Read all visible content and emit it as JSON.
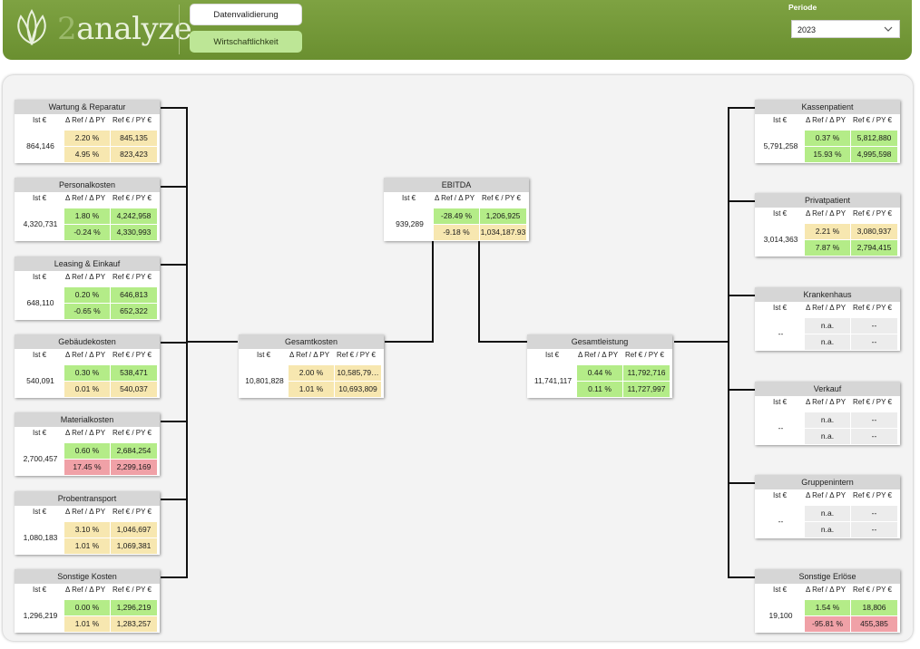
{
  "header": {
    "logo_prefix": "",
    "logo_two": "2",
    "logo_text": "analyze",
    "nav": [
      "Datenvalidierung",
      "Wirtschaftlichkeit"
    ],
    "periode_label": "Periode",
    "periode_value": "2023"
  },
  "columns": {
    "ist": "Ist €",
    "delta": "Δ Ref / Δ PY",
    "ref": "Ref € / PY €"
  },
  "colors": {
    "green": "#b4ec88",
    "yellow": "#f7e7b0",
    "red": "#f0a1a7",
    "brand": "#729a38"
  },
  "nodes": [
    {
      "title": "Wartung & Reparatur",
      "ist": "864,146",
      "d1": "2.20 %",
      "r1": "845,135",
      "d2": "4.95 %",
      "r2": "823,423",
      "c1": "y",
      "c2": "y"
    },
    {
      "title": "Personalkosten",
      "ist": "4,320,731",
      "d1": "1.80 %",
      "r1": "4,242,958",
      "d2": "-0.24 %",
      "r2": "4,330,993",
      "c1": "g",
      "c2": "g"
    },
    {
      "title": "Leasing & Einkauf",
      "ist": "648,110",
      "d1": "0.20 %",
      "r1": "646,813",
      "d2": "-0.65 %",
      "r2": "652,322",
      "c1": "g",
      "c2": "g"
    },
    {
      "title": "Gebäudekosten",
      "ist": "540,091",
      "d1": "0.30 %",
      "r1": "538,471",
      "d2": "0.01 %",
      "r2": "540,037",
      "c1": "g",
      "c2": "y"
    },
    {
      "title": "Materialkosten",
      "ist": "2,700,457",
      "d1": "0.60 %",
      "r1": "2,684,254",
      "d2": "17.45 %",
      "r2": "2,299,169",
      "c1": "g",
      "c2": "r"
    },
    {
      "title": "Probentransport",
      "ist": "1,080,183",
      "d1": "3.10 %",
      "r1": "1,046,697",
      "d2": "1.01 %",
      "r2": "1,069,381",
      "c1": "y",
      "c2": "y"
    },
    {
      "title": "Sonstige Kosten",
      "ist": "1,296,219",
      "d1": "0.00 %",
      "r1": "1,296,219",
      "d2": "1.01 %",
      "r2": "1,283,257",
      "c1": "g",
      "c2": "y"
    },
    {
      "title": "Gesamtkosten",
      "ist": "10,801,828",
      "d1": "2.00 %",
      "r1": "10,585,79…",
      "d2": "1.01 %",
      "r2": "10,693,809",
      "c1": "y",
      "c2": "y"
    },
    {
      "title": "EBITDA",
      "ist": "939,289",
      "d1": "-28.49 %",
      "r1": "1,206,925",
      "d2": "-9.18 %",
      "r2": "1,034,187.93",
      "c1": "g",
      "c2": "y"
    },
    {
      "title": "Gesamtleistung",
      "ist": "11,741,117",
      "d1": "0.44 %",
      "r1": "11,792,716",
      "d2": "0.11 %",
      "r2": "11,727,997",
      "c1": "g",
      "c2": "g"
    },
    {
      "title": "Kassenpatient",
      "ist": "5,791,258",
      "d1": "0.37 %",
      "r1": "5,812,880",
      "d2": "15.93 %",
      "r2": "4,995,598",
      "c1": "g",
      "c2": "g"
    },
    {
      "title": "Privatpatient",
      "ist": "3,014,363",
      "d1": "2.21 %",
      "r1": "3,080,937",
      "d2": "7.87 %",
      "r2": "2,794,415",
      "c1": "y",
      "c2": "g"
    },
    {
      "title": "Krankenhaus",
      "ist": "--",
      "d1": "n.a.",
      "r1": "--",
      "d2": "n.a.",
      "r2": "--",
      "c1": "n",
      "c2": "n"
    },
    {
      "title": "Verkauf",
      "ist": "--",
      "d1": "n.a.",
      "r1": "--",
      "d2": "n.a.",
      "r2": "--",
      "c1": "n",
      "c2": "n"
    },
    {
      "title": "Gruppenintern",
      "ist": "--",
      "d1": "n.a.",
      "r1": "--",
      "d2": "n.a.",
      "r2": "--",
      "c1": "n",
      "c2": "n"
    },
    {
      "title": "Sonstige Erlöse",
      "ist": "19,100",
      "d1": "1.54 %",
      "r1": "18,806",
      "d2": "-95.81 %",
      "r2": "455,385",
      "c1": "g",
      "c2": "r"
    }
  ]
}
